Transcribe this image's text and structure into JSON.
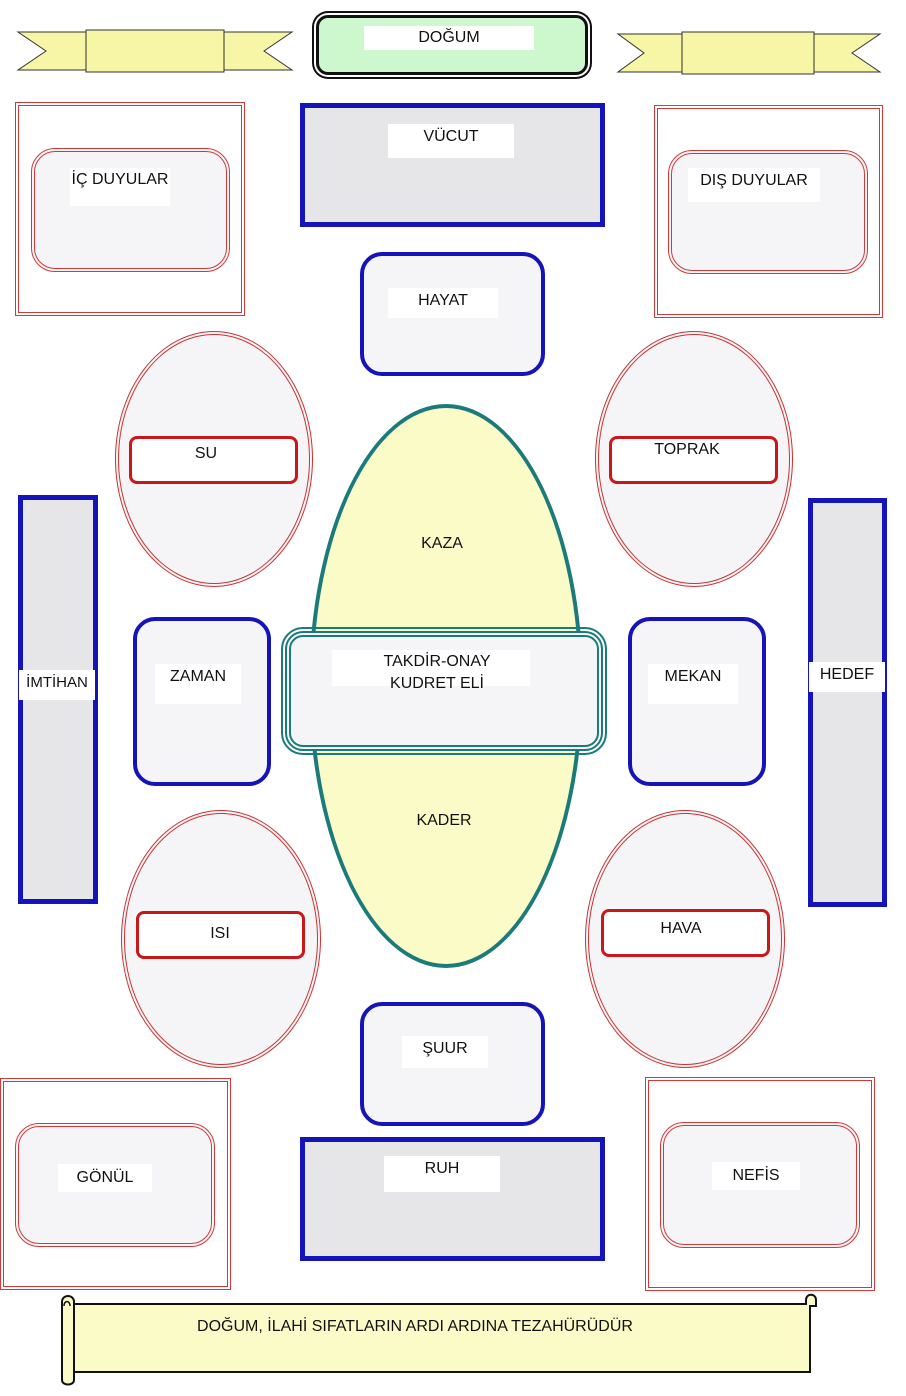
{
  "top": {
    "title": "DOĞUM"
  },
  "corners": {
    "top_left": "İÇ DUYULAR",
    "top_right": "DIŞ DUYULAR",
    "bottom_left": "GÖNÜL",
    "bottom_right": "NEFİS"
  },
  "body": {
    "vucut": "VÜCUT",
    "hayat": "HAYAT",
    "suur": "ŞUUR",
    "ruh": "RUH"
  },
  "elements": {
    "su": "SU",
    "toprak": "TOPRAK",
    "isi": "ISI",
    "hava": "HAVA"
  },
  "center": {
    "kaza": "KAZA",
    "kader": "KADER",
    "takdir_line1": "TAKDİR-ONAY",
    "takdir_line2": "KUDRET ELİ"
  },
  "sides": {
    "imtihan": "İMTİHAN",
    "hedef": "HEDEF",
    "zaman": "ZAMAN",
    "mekan": "MEKAN"
  },
  "footer": {
    "text": "DOĞUM, İLAHİ SIFATLARIN ARDI ARDINA TEZAHÜRÜDÜR"
  },
  "colors": {
    "blue": "#1414b8",
    "red": "#cc3333",
    "teal": "#1b7b7b",
    "yellow": "#fbfbc8",
    "green": "#cdf7cd"
  }
}
